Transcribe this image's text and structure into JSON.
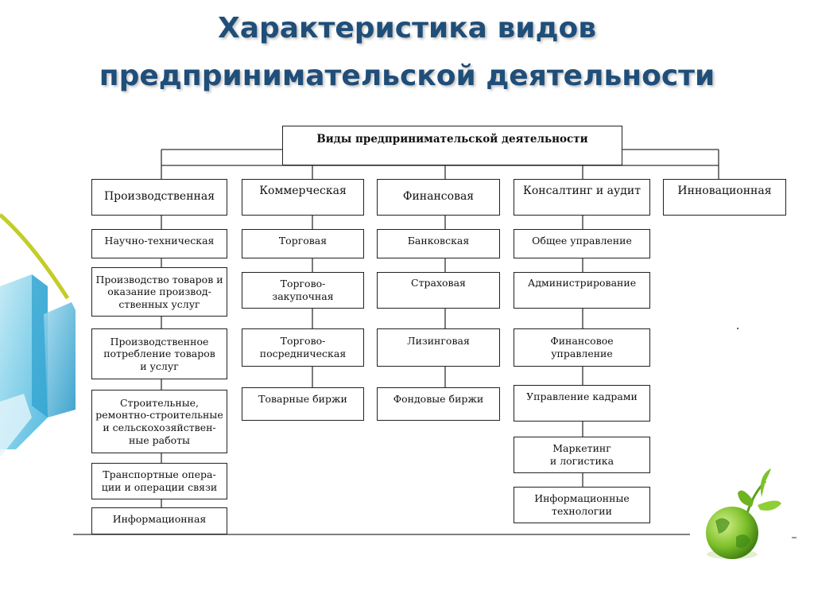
{
  "title": {
    "line1": "Характеристика видов",
    "line2": "предпринимательской деятельности"
  },
  "diagram": {
    "root": "Виды предпринимательской деятельности",
    "columns": [
      {
        "header": "Производственная",
        "items": [
          "Научно-техническая",
          "Производство товаров и\nоказание производ-\nственных услуг",
          "Производственное\nпотребление товаров\nи услуг",
          "Строительные,\nремонтно-строительные\nи сельскохозяйствен-\nные работы",
          "Транспортные опера-\nции и операции связи",
          "Информационная"
        ]
      },
      {
        "header": "Коммерческая",
        "items": [
          "Торговая",
          "Торгово-\nзакупочная",
          "Торгово-\nпосредническая",
          "Товарные биржи"
        ]
      },
      {
        "header": "Финансовая",
        "items": [
          "Банковская",
          "Страховая",
          "Лизинговая",
          "Фондовые биржи"
        ]
      },
      {
        "header": "Консалтинг и аудит",
        "items": [
          "Общее управление",
          "Администрирование",
          "Финансовое\nуправление",
          "Управление кадрами",
          "Маркетинг\nи логистика",
          "Информационные\nтехнологии"
        ]
      },
      {
        "header": "Инновационная",
        "items": []
      }
    ]
  },
  "colors": {
    "title": "#1f4e79",
    "border": "#222222"
  }
}
